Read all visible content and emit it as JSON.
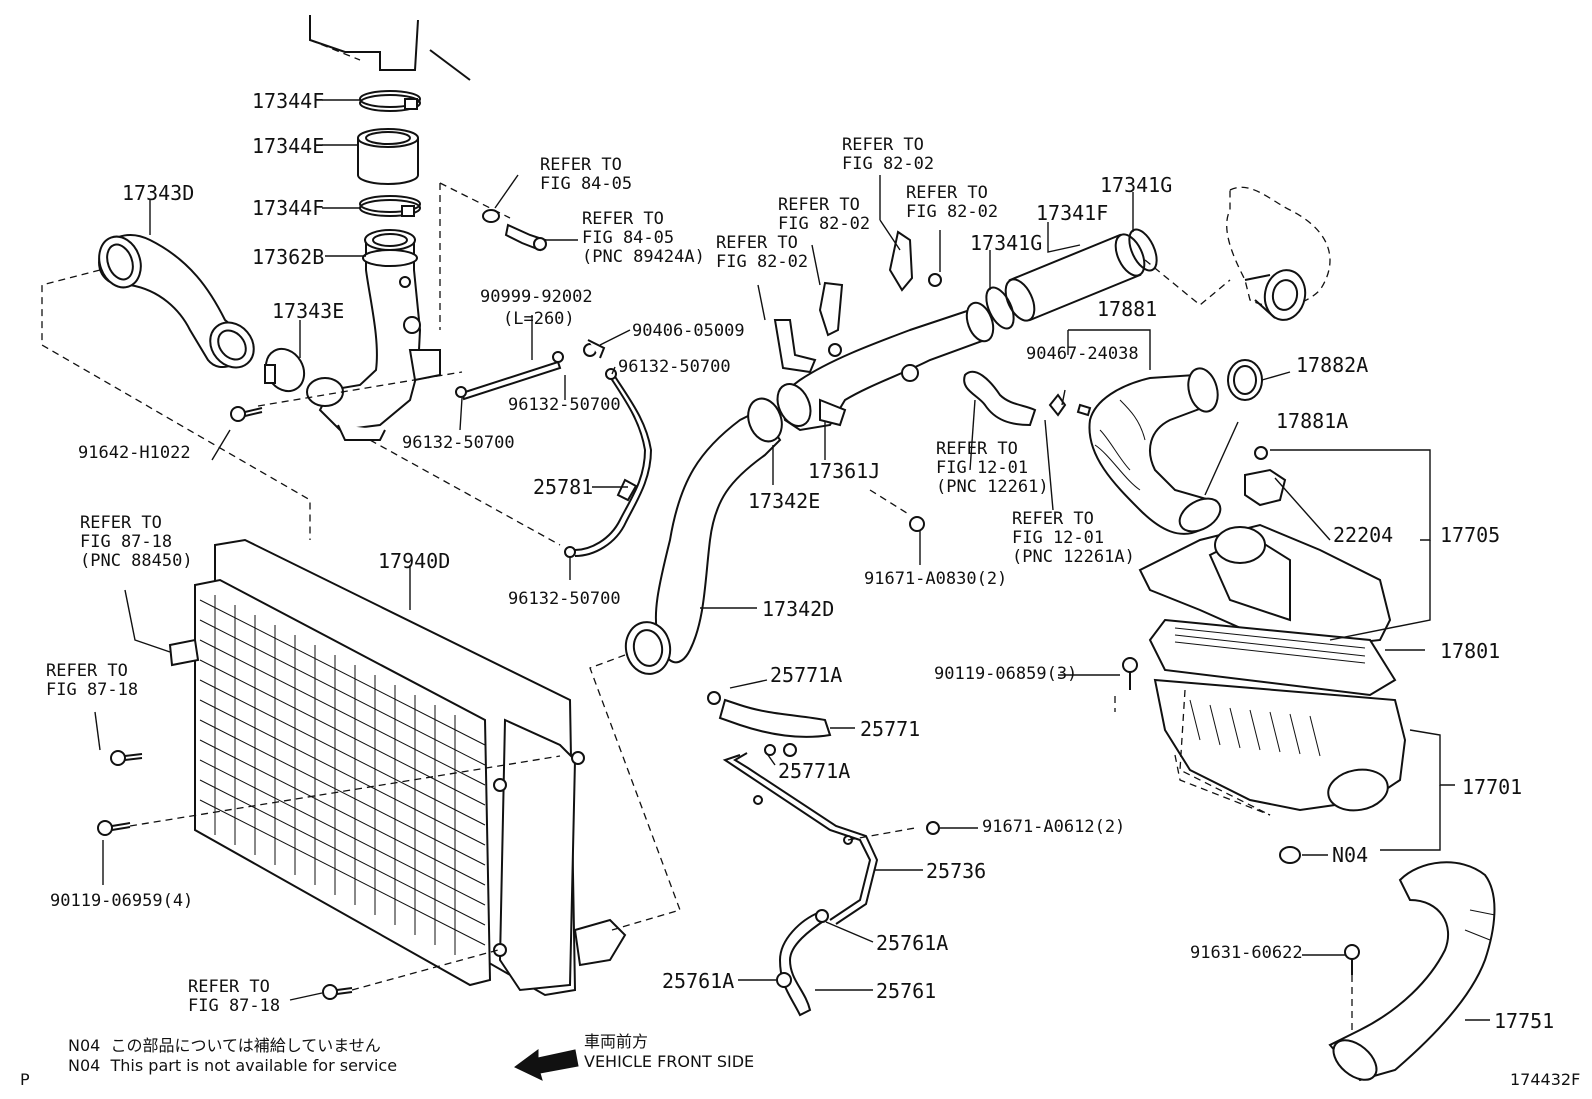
{
  "labels": {
    "p17344F_top": "17344F",
    "p17344E": "17344E",
    "p17344F_bot": "17344F",
    "p17362B": "17362B",
    "p17343D": "17343D",
    "p17343E": "17343E",
    "p91642": "91642-H1022",
    "p96132_a": "96132-50700",
    "p90999": "90999-92002",
    "p90999_len": "(L=260)",
    "p90406": "90406-05009",
    "p96132_b": "96132-50700",
    "p96132_c": "96132-50700",
    "p25781": "25781",
    "p96132_d": "96132-50700",
    "p17940D": "17940D",
    "p17342D": "17342D",
    "p17342E": "17342E",
    "p17361J": "17361J",
    "p17341G_top": "17341G",
    "p17341F": "17341F",
    "p17341G_mid": "17341G",
    "p17881": "17881",
    "p90467": "90467-24038",
    "p17882A": "17882A",
    "p17881A": "17881A",
    "p22204": "22204",
    "p17705": "17705",
    "p17801": "17801",
    "p90119_068": "90119-06859(3)",
    "p17701": "17701",
    "pN04": "N04",
    "p91631": "91631-60622",
    "p17751": "17751",
    "p91671_083": "91671-A0830(2)",
    "p25771A_top": "25771A",
    "p25771": "25771",
    "p25771A_bot": "25771A",
    "p91671_061": "91671-A0612(2)",
    "p25736": "25736",
    "p25761A_right": "25761A",
    "p25761A_left": "25761A",
    "p25761": "25761",
    "p90119_069": "90119-06959(4)"
  },
  "refs": {
    "r_fig8405_a": "REFER TO\nFIG 84-05",
    "r_fig8405_b": "REFER TO\nFIG 84-05\n(PNC 89424A)",
    "r_fig8202_a": "REFER TO\nFIG 82-02",
    "r_fig8202_b": "REFER TO\nFIG 82-02",
    "r_fig8202_c": "REFER TO\nFIG 82-02",
    "r_fig8202_d": "REFER TO\nFIG 82-02",
    "r_fig1201_a": "REFER TO\nFIG 12-01\n(PNC 12261)",
    "r_fig1201_b": "REFER TO\nFIG 12-01\n(PNC 12261A)",
    "r_fig8718_a": "REFER TO\nFIG 87-18\n(PNC 88450)",
    "r_fig8718_b": "REFER TO\nFIG 87-18",
    "r_fig8718_c": "REFER TO\nFIG 87-18"
  },
  "notes": {
    "n04_jp": "N04  この部品については補給していません",
    "n04_en": "N04  This part is not available for service",
    "front_jp": "車両前方",
    "front_en": "VEHICLE FRONT SIDE",
    "corner_left": "P",
    "fig_code": "174432F"
  }
}
